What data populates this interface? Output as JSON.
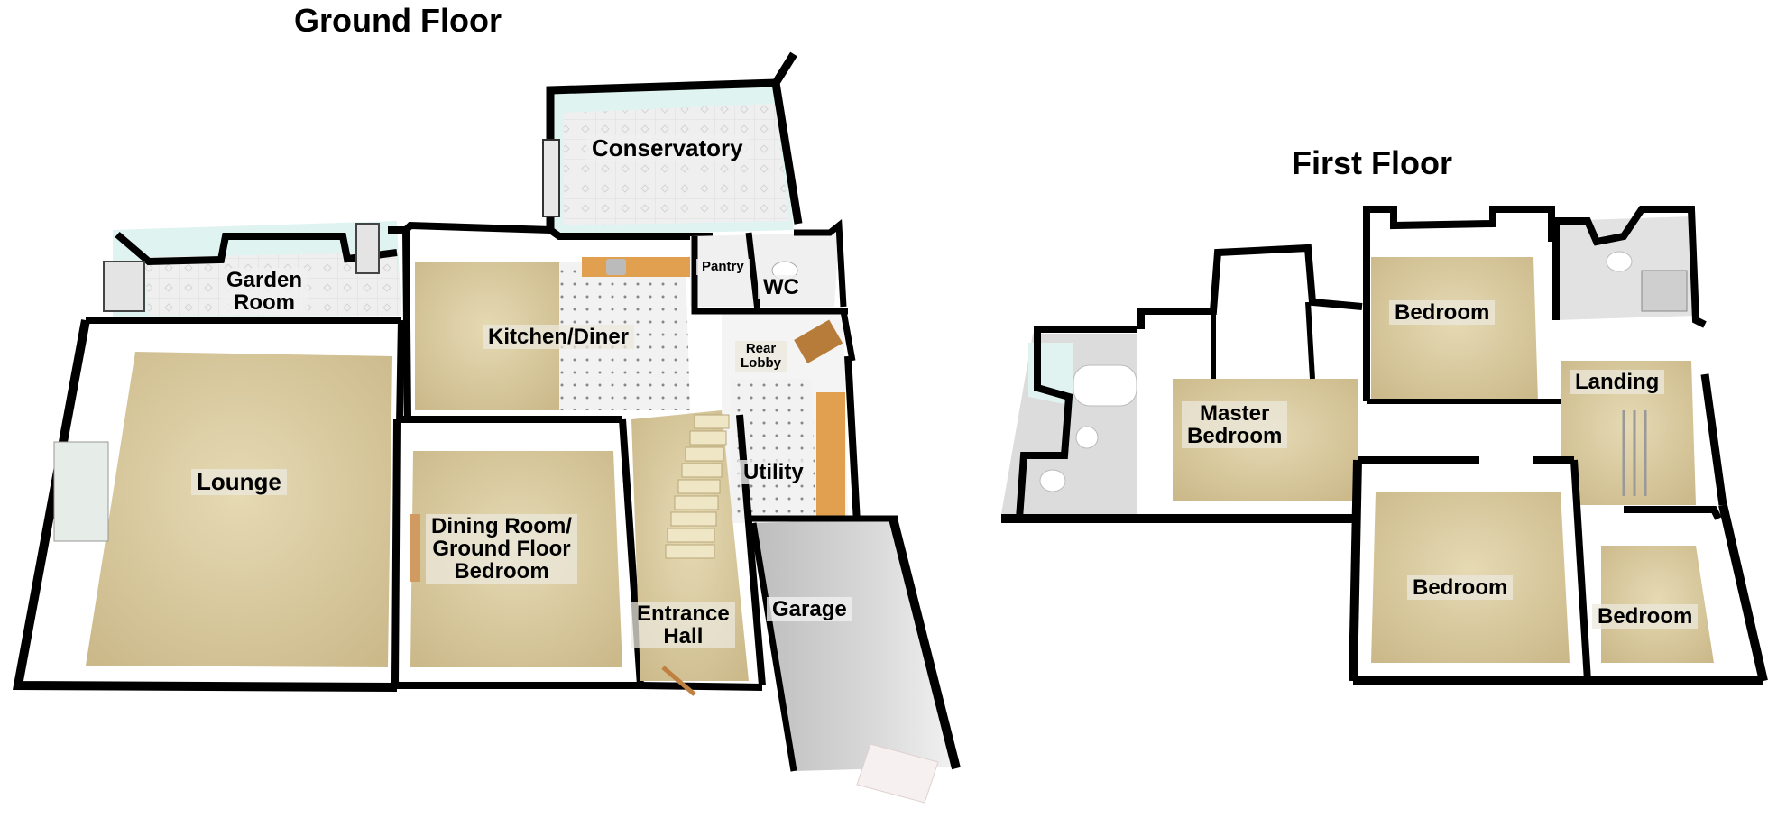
{
  "floors": [
    {
      "title": "Ground Floor",
      "rooms": [
        {
          "name": "Conservatory",
          "floor": "tiled"
        },
        {
          "name": "Garden\nRoom",
          "floor": "tiled"
        },
        {
          "name": "Kitchen/Diner",
          "floor": "carpet/tiled"
        },
        {
          "name": "Pantry",
          "floor": "tiled"
        },
        {
          "name": "WC",
          "floor": "tiled"
        },
        {
          "name": "Rear\nLobby",
          "floor": "carpet"
        },
        {
          "name": "Lounge",
          "floor": "carpet"
        },
        {
          "name": "Dining Room/\nGround Floor\nBedroom",
          "floor": "carpet"
        },
        {
          "name": "Utility",
          "floor": "tiled"
        },
        {
          "name": "Entrance\nHall",
          "floor": "carpet"
        },
        {
          "name": "Garage",
          "floor": "concrete"
        }
      ]
    },
    {
      "title": "First Floor",
      "rooms": [
        {
          "name": "Bedroom",
          "floor": "carpet"
        },
        {
          "name": "Landing",
          "floor": "carpet"
        },
        {
          "name": "Master\nBedroom",
          "floor": "carpet"
        },
        {
          "name": "Bedroom",
          "floor": "carpet"
        },
        {
          "name": "Bedroom",
          "floor": "carpet"
        }
      ]
    }
  ],
  "colors": {
    "wall": "#000000",
    "carpet": "#d8c9a0",
    "tile": "#ececec",
    "glass": "#d8f0ee",
    "worktop": "#e0a050",
    "concrete": "#c8c8c8"
  }
}
